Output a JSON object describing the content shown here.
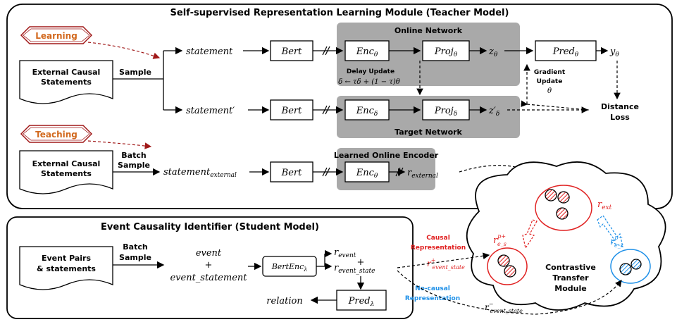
{
  "teacher": {
    "title": "Self-supervised Representation Learning Module (Teacher Model)",
    "online_label": "Online Network",
    "target_label": "Target Network",
    "learned_label": "Learned Online Encoder",
    "learning_tag": "Learning",
    "teaching_tag": "Teaching",
    "doc1": [
      "External Causal",
      "Statements"
    ],
    "doc2": [
      "External Causal",
      "Statements"
    ],
    "sample": "Sample",
    "batch_sample": [
      "Batch",
      "Sample"
    ],
    "statement": "statement",
    "statement_prime": "statement′",
    "statement_external": "statement",
    "statement_external_sub": "external",
    "bert": "Bert",
    "enc": "Enc",
    "theta": "θ",
    "delta": "δ",
    "proj": "Proj",
    "pred": "Pred",
    "z": "z",
    "y": "y",
    "z_prime": "z′",
    "r": "r",
    "external_sub": "external",
    "delay_update": "Delay Update",
    "delay_formula": "δ ← τδ + (1 − τ)θ",
    "gradient_update": [
      "Gradient",
      "Update"
    ],
    "distance_loss": [
      "Distance",
      "Loss"
    ]
  },
  "student": {
    "title": "Event Causality Identifier (Student Model)",
    "doc": [
      "Event Pairs",
      "& statements"
    ],
    "batch_sample": [
      "Batch",
      "Sample"
    ],
    "event": "event",
    "plus": "+",
    "event_statement": "event_statement",
    "bertenc": "BertEnc",
    "lambda": "λ",
    "r_event": "r",
    "event_sub": "event",
    "event_state_sub": "event_state",
    "relation": "relation",
    "pred": "Pred"
  },
  "transfer": {
    "causal_label": [
      "Causal",
      "Representation"
    ],
    "nocausal_label": [
      "No-causal",
      "Representation"
    ],
    "module_label": [
      "Contrastive",
      "Transfer",
      "Module"
    ],
    "r_ext": "r",
    "ext_sub": "ext",
    "e_s_sub": "e_s",
    "p_plus": "p+",
    "p_minus": "p−",
    "event_state_plus": "event_state",
    "event_state_minus": "event_state",
    "plus_sup": "+",
    "minus_sup": "−"
  },
  "colors": {
    "red": "#e02020",
    "blue": "#1e90e8",
    "orange": "#d2691e",
    "gray": "#a9a9a9",
    "darkred": "#a01818"
  }
}
